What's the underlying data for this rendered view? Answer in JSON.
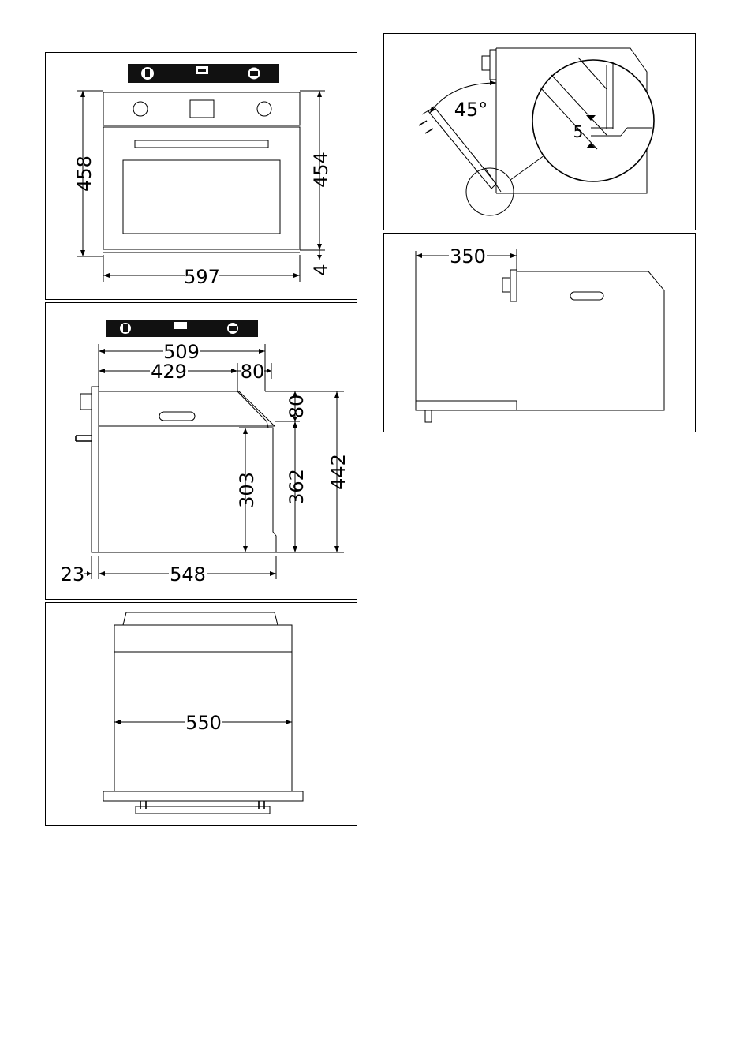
{
  "front_view": {
    "height_overall": "458",
    "height_body": "454",
    "gap_bottom": "4",
    "width": "597"
  },
  "side_view": {
    "depth_total": "509",
    "depth_body": "429",
    "chamfer_depth": "80",
    "chamfer_height": "80",
    "height_lower": "303",
    "height_middle": "362",
    "height_total": "442",
    "front_protrusion": "23",
    "body_depth": "548"
  },
  "top_view": {
    "width": "550"
  },
  "door_detail": {
    "angle": "45°",
    "gap": "5"
  },
  "clearance_view": {
    "depth": "350"
  }
}
